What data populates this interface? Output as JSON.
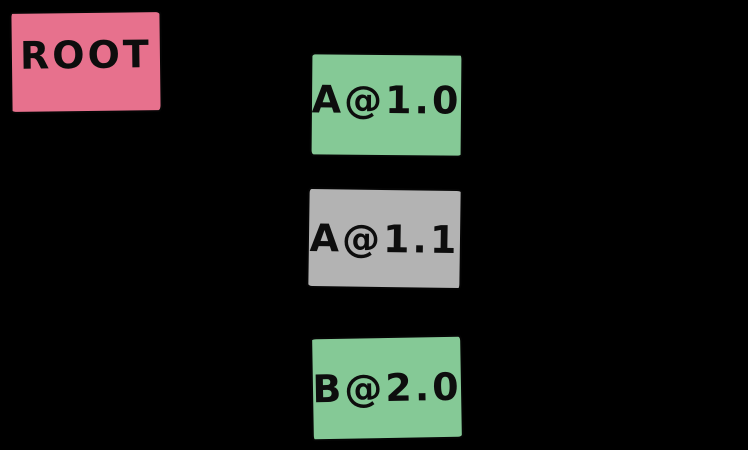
{
  "colors": {
    "background": "#000000",
    "root_fill": "#e7718d",
    "green_fill": "#85c996",
    "gray_fill": "#b3b3b3",
    "label_text": "#0d0d0d"
  },
  "nodes": [
    {
      "label": "ROOT",
      "fill": "#e7718d"
    },
    {
      "label": "A@1.0",
      "fill": "#85c996"
    },
    {
      "label": "A@1.1",
      "fill": "#b3b3b3"
    },
    {
      "label": "B@2.0",
      "fill": "#85c996"
    }
  ]
}
